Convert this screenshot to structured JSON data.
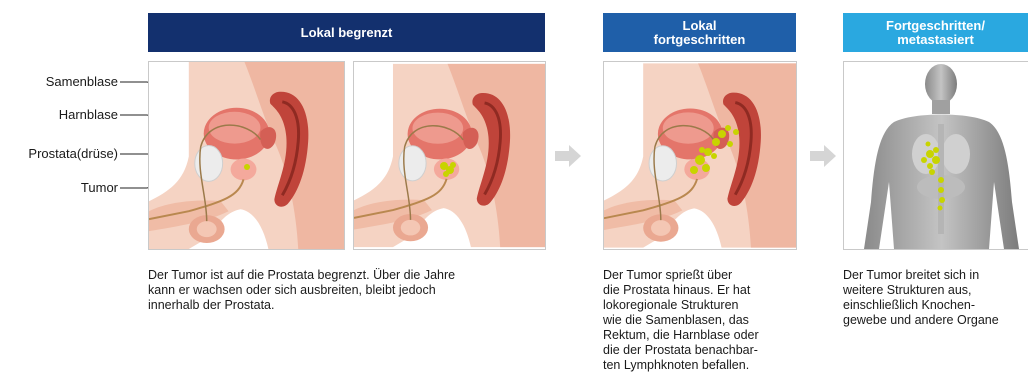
{
  "stages": {
    "localized": {
      "header": "Lokal begrenzt",
      "color": "#13306e",
      "caption": "Der Tumor ist auf die Prostata begrenzt. Über die Jahre\nkann er wachsen oder sich ausbreiten, bleibt jedoch\ninnerhalb der Prostata."
    },
    "locally_advanced": {
      "header": "Lokal\nfortgeschritten",
      "color": "#1f5fa9",
      "caption": "Der Tumor sprießt über\ndie Prostata hinaus. Er hat\nlokoregionale Strukturen\nwie die Samenblasen, das\nRektum, die Harnblase oder\ndie der Prostata benachbar-\nten Lymphknoten befallen."
    },
    "metastatic": {
      "header": "Fortgeschritten/\nmetastasiert",
      "color": "#2aa8e0",
      "caption": "Der Tumor breitet sich in\nweitere Strukturen aus,\neinschließlich Knochen-\ngewebe und andere Organe"
    }
  },
  "anatomy_labels": {
    "seminal_vesicle": "Samenblase",
    "bladder": "Harnblase",
    "prostate": "Prostata(drüse)",
    "tumor": "Tumor"
  },
  "colors": {
    "tumor": "#c8d400",
    "arrow": "#d5d5d5",
    "tissue": "#f2c4b0",
    "organ": "#e07a6e",
    "rectum": "#c0443a"
  }
}
